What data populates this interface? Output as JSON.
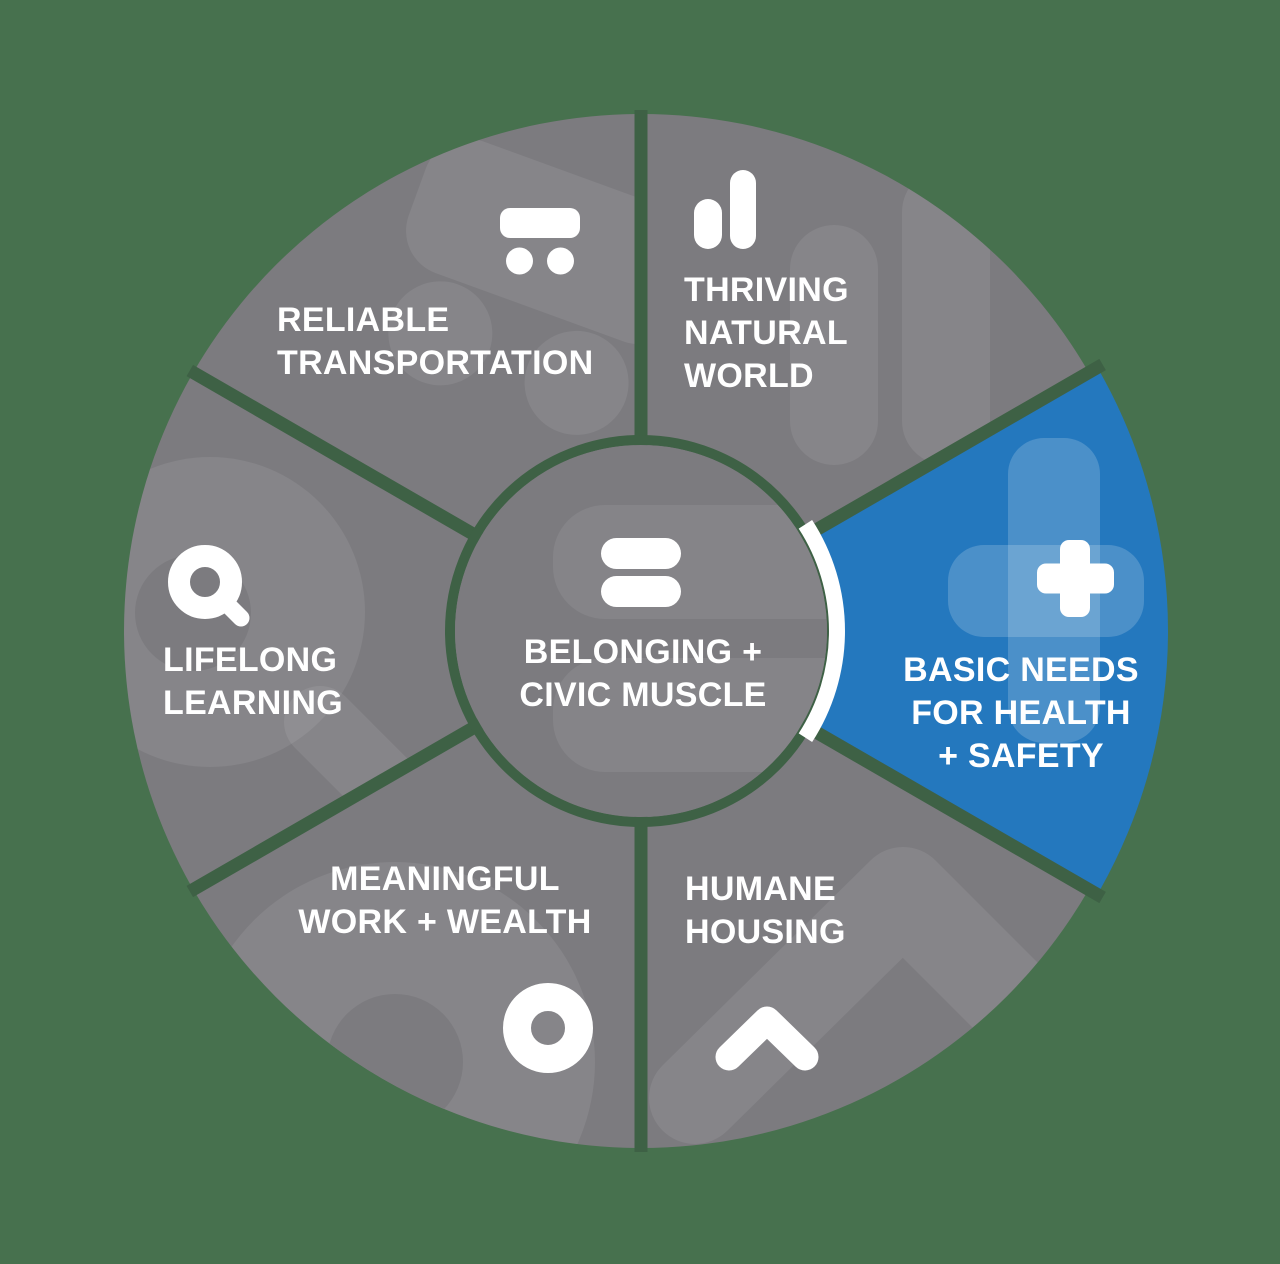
{
  "wheel": {
    "kind": "vital-conditions-wheel",
    "center": {
      "name": "belonging-civic-muscle",
      "label_lines": [
        "BELONGING +",
        "CIVIC MUSCLE"
      ],
      "icon": "equals-icon",
      "selected": false
    },
    "segments": [
      {
        "name": "reliable-transportation",
        "label_lines": [
          "RELIABLE",
          "TRANSPORTATION"
        ],
        "icon": "trolley-icon",
        "selected": false
      },
      {
        "name": "thriving-natural-world",
        "label_lines": [
          "THRIVING",
          "NATURAL",
          "WORLD"
        ],
        "icon": "growth-bars-icon",
        "selected": false
      },
      {
        "name": "basic-needs-for-health-safety",
        "label_lines": [
          "BASIC NEEDS",
          "FOR HEALTH",
          "+ SAFETY"
        ],
        "icon": "medical-plus-icon",
        "selected": true
      },
      {
        "name": "humane-housing",
        "label_lines": [
          "HUMANE",
          "HOUSING"
        ],
        "icon": "roof-chevron-icon",
        "selected": false
      },
      {
        "name": "meaningful-work-wealth",
        "label_lines": [
          "MEANINGFUL",
          "WORK + WEALTH"
        ],
        "icon": "ring-icon",
        "selected": false
      },
      {
        "name": "lifelong-learning",
        "label_lines": [
          "LIFELONG",
          "LEARNING"
        ],
        "icon": "magnifier-icon",
        "selected": false
      }
    ],
    "colors": {
      "background": "#47714E",
      "divider_green": "#3E6145",
      "segment_gray": "#7C7B7F",
      "ghost_gray": "rgba(255,255,255,0.08)",
      "hub_ghost_gray": "rgba(255,255,255,0.07)",
      "selected_blue": "#2478BE",
      "ghost_blue": "rgba(255,255,255,0.18)",
      "icon_white": "#FFFFFF",
      "highlight_arc_white": "#FFFFFF",
      "label_white": "#FFFFFF"
    }
  }
}
